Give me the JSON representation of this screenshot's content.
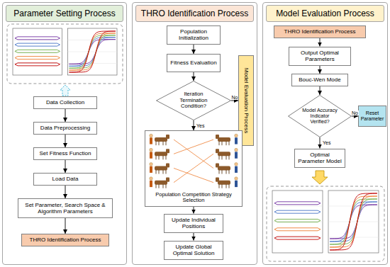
{
  "diagram": {
    "nodes": [
      {
        "text": [
          "Parameter Setting Process"
        ]
      },
      {
        "text": [
          "Data Collection"
        ],
        "in": 0
      },
      {
        "text": [
          "Data Preprocessing"
        ],
        "in": 0
      },
      {
        "text": [
          "Set Fitness Function"
        ],
        "in": 0
      },
      {
        "text": [
          "Load Data"
        ],
        "in": 0
      },
      {
        "text": [
          "Set Parameter, Search Space & Algorithm Parameters"
        ],
        "in": 0
      },
      {
        "text": [
          "THRO Identification Process"
        ],
        "in": 0
      },
      {
        "text": [
          "THRO Identification Process"
        ]
      },
      {
        "text": [
          "Population Initialization"
        ],
        "in": 7
      },
      {
        "text": [
          "Fitness Evaluation"
        ],
        "in": 7
      },
      {
        "text": [
          "Iteration Termination Condition?"
        ],
        "in": 7
      },
      {
        "text": [
          "Model Evaluation Process"
        ],
        "in": 7
      },
      {
        "text": [
          "Population Competition Strategy Selection"
        ],
        "in": 7
      },
      {
        "text": [
          "Update Individual Positions"
        ],
        "in": 7
      },
      {
        "text": [
          "Update Global Optimal Solution"
        ],
        "in": 7
      },
      {
        "text": [
          "Model Evaluation Process"
        ]
      },
      {
        "text": [
          "THRO Identification Process"
        ],
        "in": 15
      },
      {
        "text": [
          "Output Optimal Parameters"
        ],
        "in": 15
      },
      {
        "text": [
          "Bouc-Wen Mode"
        ],
        "in": 15
      },
      {
        "text": [
          "Model Accuracy Indicator Verified?"
        ],
        "in": 15
      },
      {
        "text": [
          "Reset Parameter"
        ],
        "in": 15
      },
      {
        "text": [
          "Optimal Parameter Model"
        ],
        "in": 15
      }
    ],
    "edges": [
      {
        "from": 1,
        "to": 2,
        "arrow": "to"
      },
      {
        "from": 2,
        "to": 3,
        "arrow": "to"
      },
      {
        "from": 3,
        "to": 4,
        "arrow": "to"
      },
      {
        "from": 4,
        "to": 5,
        "arrow": "to"
      },
      {
        "from": 5,
        "to": 6,
        "arrow": "to"
      },
      {
        "from": 8,
        "to": 9,
        "arrow": "to"
      },
      {
        "from": 9,
        "to": 10,
        "arrow": "to"
      },
      {
        "from": 10,
        "to": 11,
        "label": "No",
        "arrow": "to"
      },
      {
        "from": 10,
        "to": 12,
        "label": "Yes",
        "arrow": "to"
      },
      {
        "from": 12,
        "to": 13,
        "arrow": "to"
      },
      {
        "from": 13,
        "to": 14,
        "arrow": "to"
      },
      {
        "from": 16,
        "to": 17,
        "arrow": "to"
      },
      {
        "from": 17,
        "to": 18,
        "arrow": "to"
      },
      {
        "from": 18,
        "to": 19,
        "arrow": "to"
      },
      {
        "from": 19,
        "to": 20,
        "label": "No",
        "arrow": "to"
      },
      {
        "from": 19,
        "to": 21,
        "label": "Yes",
        "arrow": "to"
      }
    ]
  }
}
